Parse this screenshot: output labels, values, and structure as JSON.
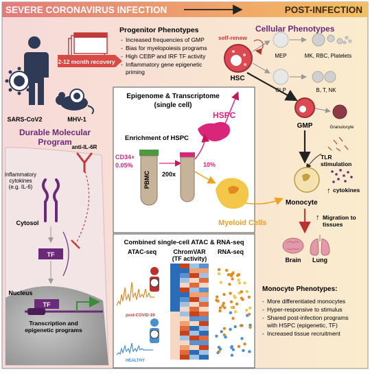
{
  "banner": {
    "left": "SEVERE CORONAVIRUS INFECTION",
    "right": "POST-INFECTION"
  },
  "recovery": "2-12 month recovery",
  "pathogens": {
    "human": "SARS-CoV2",
    "mouse": "MHV-1"
  },
  "durable": {
    "line1": "Durable Molecular",
    "line2": "Program"
  },
  "anti_il6r": "anti-IL-6R",
  "cytokines": {
    "line1": "Inflammatory",
    "line2": "cytokines",
    "line3": "(e.g. IL-6)"
  },
  "cell": {
    "cytosol": "Cytosol",
    "nucleus": "Nucleus",
    "tf": "TF",
    "transcription_line1": "Transcription and",
    "transcription_line2": "epigenetic programs"
  },
  "progenitor": {
    "title": "Progenitor Phenotypes",
    "items": [
      "Increased frequencies of GMP",
      "Bias for myelopoiesis programs",
      "High CEBP and IRF TF activity",
      "Inflammatory gene epigenetic",
      "priming"
    ]
  },
  "cellular": {
    "title": "Cellular Phenotypes",
    "self_renew": "self-renew",
    "hsc": "HSC",
    "mep": "MEP",
    "mep_out": "MK, RBC, Platelets",
    "clp": "CLP",
    "clp_out": "B, T, NK",
    "gmp": "GMP",
    "granulocyte": "Granulocyte",
    "tlr_line1": "TLR",
    "tlr_line2": "stimulation",
    "cytokines": "cytokines",
    "monocyte": "Monocyte",
    "migration_line1": "Migration to",
    "migration_line2": "tissues",
    "brain": "Brain",
    "lung": "Lung"
  },
  "epigenome": {
    "title_line1": "Epigenome & Transcriptome",
    "title_line2": "(single cell)",
    "hspc": "HSPC",
    "enrichment": "Enrichment of HSPC",
    "cd34": "CD34+",
    "cd34_pct": "0.05%",
    "fold": "200x",
    "pct10": "10%",
    "pbmc": "PBMC",
    "myeloid": "Myeloid Cells"
  },
  "combined": {
    "title": "Combined single-cell ATAC & RNA-seq",
    "atac": "ATAC-seq",
    "chromvar_line1": "ChromVAR",
    "chromvar_line2": "(TF activity)",
    "rna": "RNA-seq",
    "post": "post-COVID-19",
    "healthy": "HEALTHY"
  },
  "monocyte_pheno": {
    "title": "Monocyte Phenotypes:",
    "items": [
      "More differentiated monocytes",
      "Hyper-responsive to stimulus",
      "Shared post-infection programs",
      "with HSPC (epigenetic, TF)",
      "Increased tissue recruitment"
    ]
  },
  "colors": {
    "banner_left": "#e37b7b",
    "banner_right": "#f2c060",
    "purple": "#6b2a78",
    "magenta": "#c2185b",
    "orange": "#f0a020",
    "hspc": "#d9267a"
  }
}
